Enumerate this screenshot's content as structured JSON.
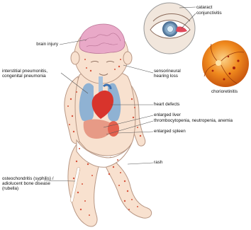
{
  "labels": {
    "brain_injury": "brain injury",
    "pneumonitis_line1": "interstitial pneumonitis,",
    "pneumonitis_line2": "congenital pneumonia",
    "osteo_line1": "osteochondritis (syphilis) /",
    "osteo_line2": "adiolucent bone disease",
    "osteo_line3": "(rubella)",
    "cataract": "cataract",
    "conjunctivitis": "conjunctivitis",
    "chorioretinitis": "chorioretinitis",
    "hearing_line1": "sensorineural",
    "hearing_line2": "hearing loss",
    "heart_defects": "heart defects",
    "enlarged_liver": "enlarged liver",
    "blood_disorders": "thrombocytopenia, neutropenia, anemia",
    "enlarged_spleen": "enlarged spleen",
    "rash": "rash"
  },
  "colors": {
    "skin": "#f8e1cf",
    "skin_outline": "#b89784",
    "brain": "#e9a9c8",
    "lungs": "#8fb2d3",
    "heart": "#d8342c",
    "liver": "#e79a86",
    "spleen": "#e4614f",
    "rash": "#d6533c",
    "retina": "#f08a1e",
    "leader_line": "#555555"
  }
}
